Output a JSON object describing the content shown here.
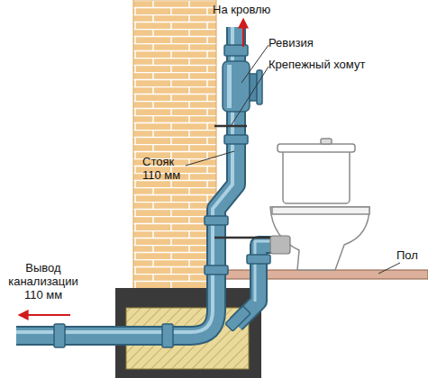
{
  "diagram": {
    "labels": [
      "На кровлю",
      "Ревизия",
      "Крепежный хомут",
      "Стояк 110 мм",
      "Вывод канализации 110 мм",
      "Пол"
    ]
  }
}
